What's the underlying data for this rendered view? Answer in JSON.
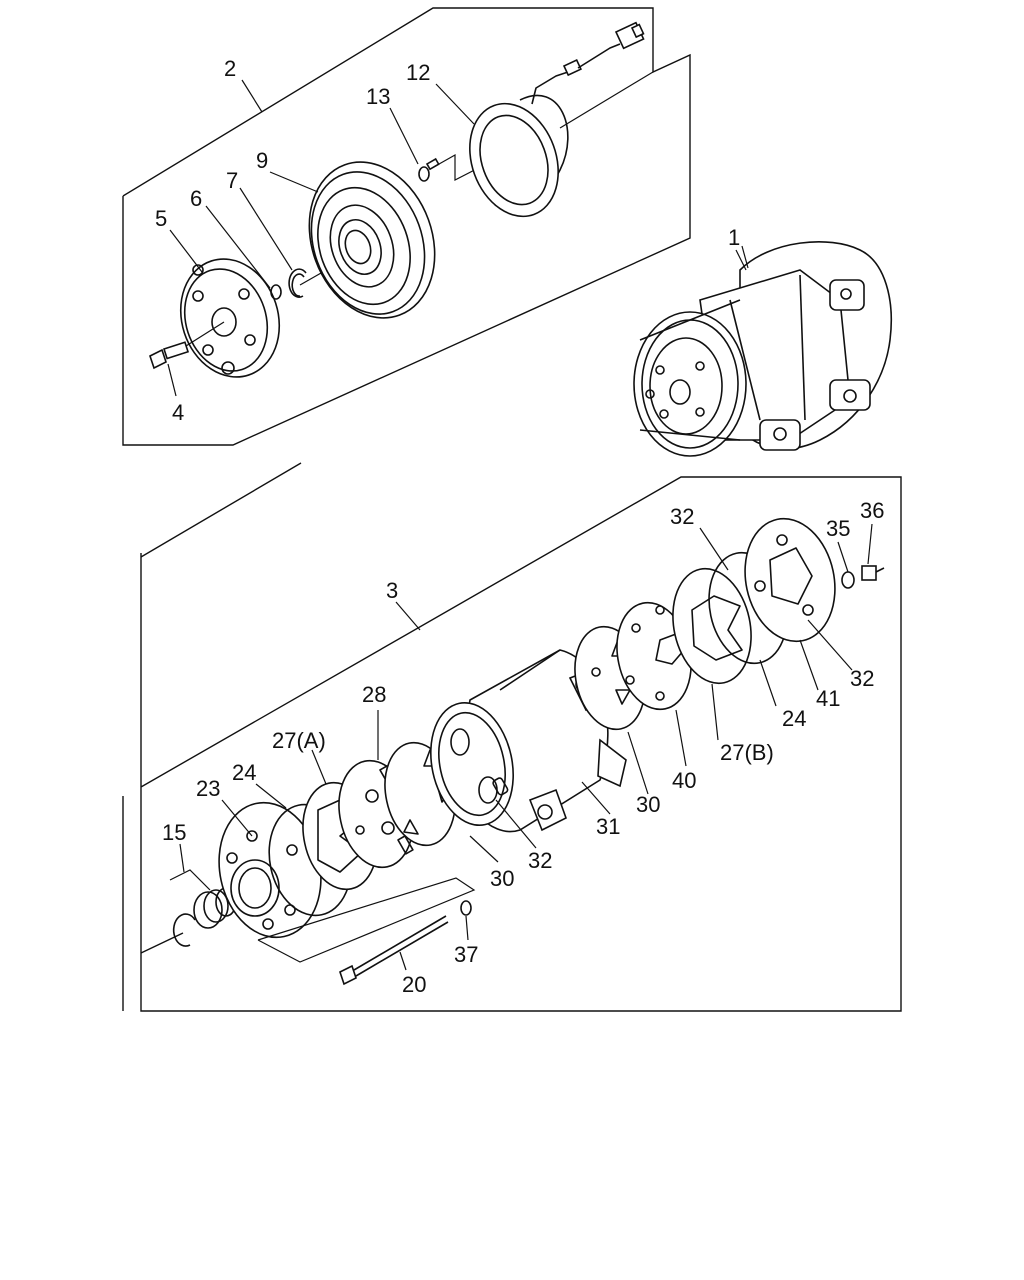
{
  "callouts": [
    {
      "id": "lbl-1",
      "text": "1"
    },
    {
      "id": "lbl-2",
      "text": "2"
    },
    {
      "id": "lbl-3",
      "text": "3"
    },
    {
      "id": "lbl-4",
      "text": "4"
    },
    {
      "id": "lbl-5",
      "text": "5"
    },
    {
      "id": "lbl-6",
      "text": "6"
    },
    {
      "id": "lbl-7",
      "text": "7"
    },
    {
      "id": "lbl-9",
      "text": "9"
    },
    {
      "id": "lbl-12",
      "text": "12"
    },
    {
      "id": "lbl-13",
      "text": "13"
    },
    {
      "id": "lbl-15",
      "text": "15"
    },
    {
      "id": "lbl-20",
      "text": "20"
    },
    {
      "id": "lbl-23",
      "text": "23"
    },
    {
      "id": "lbl-24a",
      "text": "24"
    },
    {
      "id": "lbl-24b",
      "text": "24"
    },
    {
      "id": "lbl-27a",
      "text": "27(A)"
    },
    {
      "id": "lbl-27b",
      "text": "27(B)"
    },
    {
      "id": "lbl-28",
      "text": "28"
    },
    {
      "id": "lbl-30a",
      "text": "30"
    },
    {
      "id": "lbl-30b",
      "text": "30"
    },
    {
      "id": "lbl-31",
      "text": "31"
    },
    {
      "id": "lbl-32a",
      "text": "32"
    },
    {
      "id": "lbl-32b",
      "text": "32"
    },
    {
      "id": "lbl-32c",
      "text": "32"
    },
    {
      "id": "lbl-35",
      "text": "35"
    },
    {
      "id": "lbl-36",
      "text": "36"
    },
    {
      "id": "lbl-37",
      "text": "37"
    },
    {
      "id": "lbl-40",
      "text": "40"
    },
    {
      "id": "lbl-41",
      "text": "41"
    }
  ]
}
